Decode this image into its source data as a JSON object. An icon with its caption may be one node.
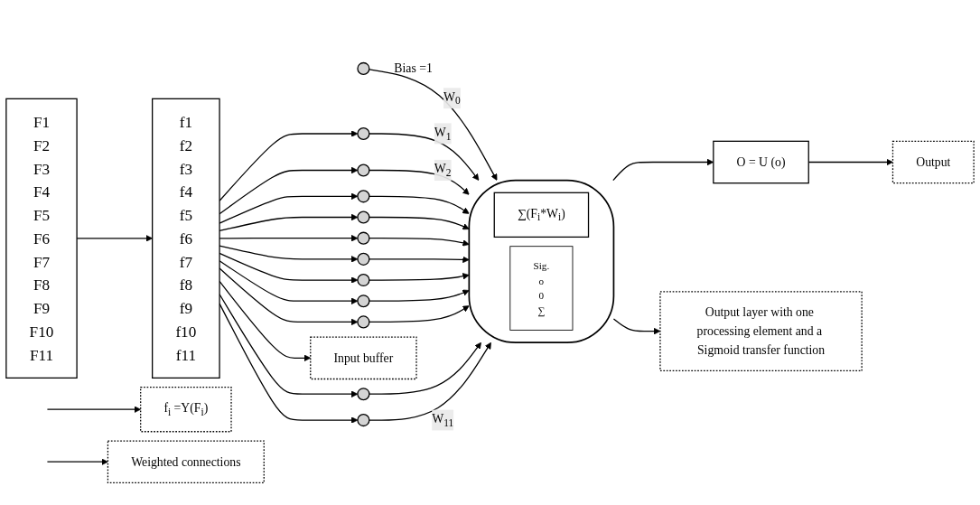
{
  "diagram": {
    "nodes": [
      {
        "text": [
          "F1",
          "F2",
          "F3",
          "F4",
          "F5",
          "F6",
          "F7",
          "F8",
          "F9",
          "F10",
          "F11"
        ]
      },
      {
        "text": [
          "f1",
          "f2",
          "f3",
          "f4",
          "f5",
          "f6",
          "f7",
          "f8",
          "f9",
          "f10",
          "f11"
        ]
      },
      {
        "text": [],
        "shape": "circle"
      },
      {
        "text": [],
        "shape": "circle"
      },
      {
        "text": [],
        "shape": "circle"
      },
      {
        "text": [],
        "shape": "circle"
      },
      {
        "text": [],
        "shape": "circle"
      },
      {
        "text": [],
        "shape": "circle"
      },
      {
        "text": [],
        "shape": "circle"
      },
      {
        "text": [],
        "shape": "circle"
      },
      {
        "text": [],
        "shape": "circle"
      },
      {
        "text": [],
        "shape": "circle"
      },
      {
        "text": [],
        "shape": "circle"
      },
      {
        "text": [],
        "shape": "circle",
        "beside": [
          "Bias =1"
        ]
      },
      {
        "text": [],
        "shape": "ellipse"
      },
      {
        "text": [
          "∑(F$_{i}$*W$_{i}$)"
        ],
        "in": 14
      },
      {
        "text": [
          "Sig.",
          "o",
          "0",
          "∑"
        ],
        "in": 14
      },
      {
        "text": [
          "O = U (o)"
        ]
      },
      {
        "text": [
          "f$_{i}$ =Y(F$_{i}$)"
        ]
      },
      {
        "text": [
          "Input buffer"
        ]
      },
      {
        "text": [
          "Weighted connections"
        ]
      },
      {
        "text": [
          "Output layer with one processing element and a Sigmoid transfer function"
        ]
      },
      {
        "text": [
          "Output"
        ]
      }
    ],
    "edges": [
      {
        "from": 0,
        "to": 1,
        "arrow": "to"
      },
      {
        "from": 1,
        "to": 2,
        "arrow": "to"
      },
      {
        "from": 1,
        "to": 3,
        "arrow": "to"
      },
      {
        "from": 1,
        "to": 4,
        "arrow": "to"
      },
      {
        "from": 1,
        "to": 5,
        "arrow": "to"
      },
      {
        "from": 1,
        "to": 6,
        "arrow": "to"
      },
      {
        "from": 1,
        "to": 7,
        "arrow": "to"
      },
      {
        "from": 1,
        "to": 8,
        "arrow": "to"
      },
      {
        "from": 1,
        "to": 9,
        "arrow": "to"
      },
      {
        "from": 1,
        "to": 10,
        "arrow": "to"
      },
      {
        "from": 1,
        "to": 11,
        "arrow": "to"
      },
      {
        "from": 1,
        "to": 12,
        "arrow": "to"
      },
      {
        "from": 13,
        "to": 14,
        "arrow": "to",
        "label": "W$_{0}$"
      },
      {
        "from": 2,
        "to": 14,
        "arrow": "to",
        "label": "W$_{1}$"
      },
      {
        "from": 3,
        "to": 14,
        "arrow": "to",
        "label": "W$_{2}$"
      },
      {
        "from": 4,
        "to": 14,
        "arrow": "to"
      },
      {
        "from": 5,
        "to": 14,
        "arrow": "to"
      },
      {
        "from": 6,
        "to": 14,
        "arrow": "to"
      },
      {
        "from": 7,
        "to": 14,
        "arrow": "to"
      },
      {
        "from": 8,
        "to": 14,
        "arrow": "to"
      },
      {
        "from": 9,
        "to": 14,
        "arrow": "to"
      },
      {
        "from": 10,
        "to": 14,
        "arrow": "to"
      },
      {
        "from": 11,
        "to": 14,
        "arrow": "to"
      },
      {
        "from": 12,
        "to": 14,
        "arrow": "to",
        "label": "W$_{11}$"
      },
      {
        "from": 14,
        "to": 17,
        "arrow": "to"
      },
      {
        "from": null,
        "to": 18,
        "arrow": "to"
      },
      {
        "from": 1,
        "to": 19,
        "arrow": "to"
      },
      {
        "from": null,
        "to": 20,
        "arrow": "to"
      },
      {
        "from": 14,
        "to": 21,
        "arrow": "to"
      },
      {
        "from": 17,
        "to": 22,
        "arrow": "to"
      }
    ]
  }
}
